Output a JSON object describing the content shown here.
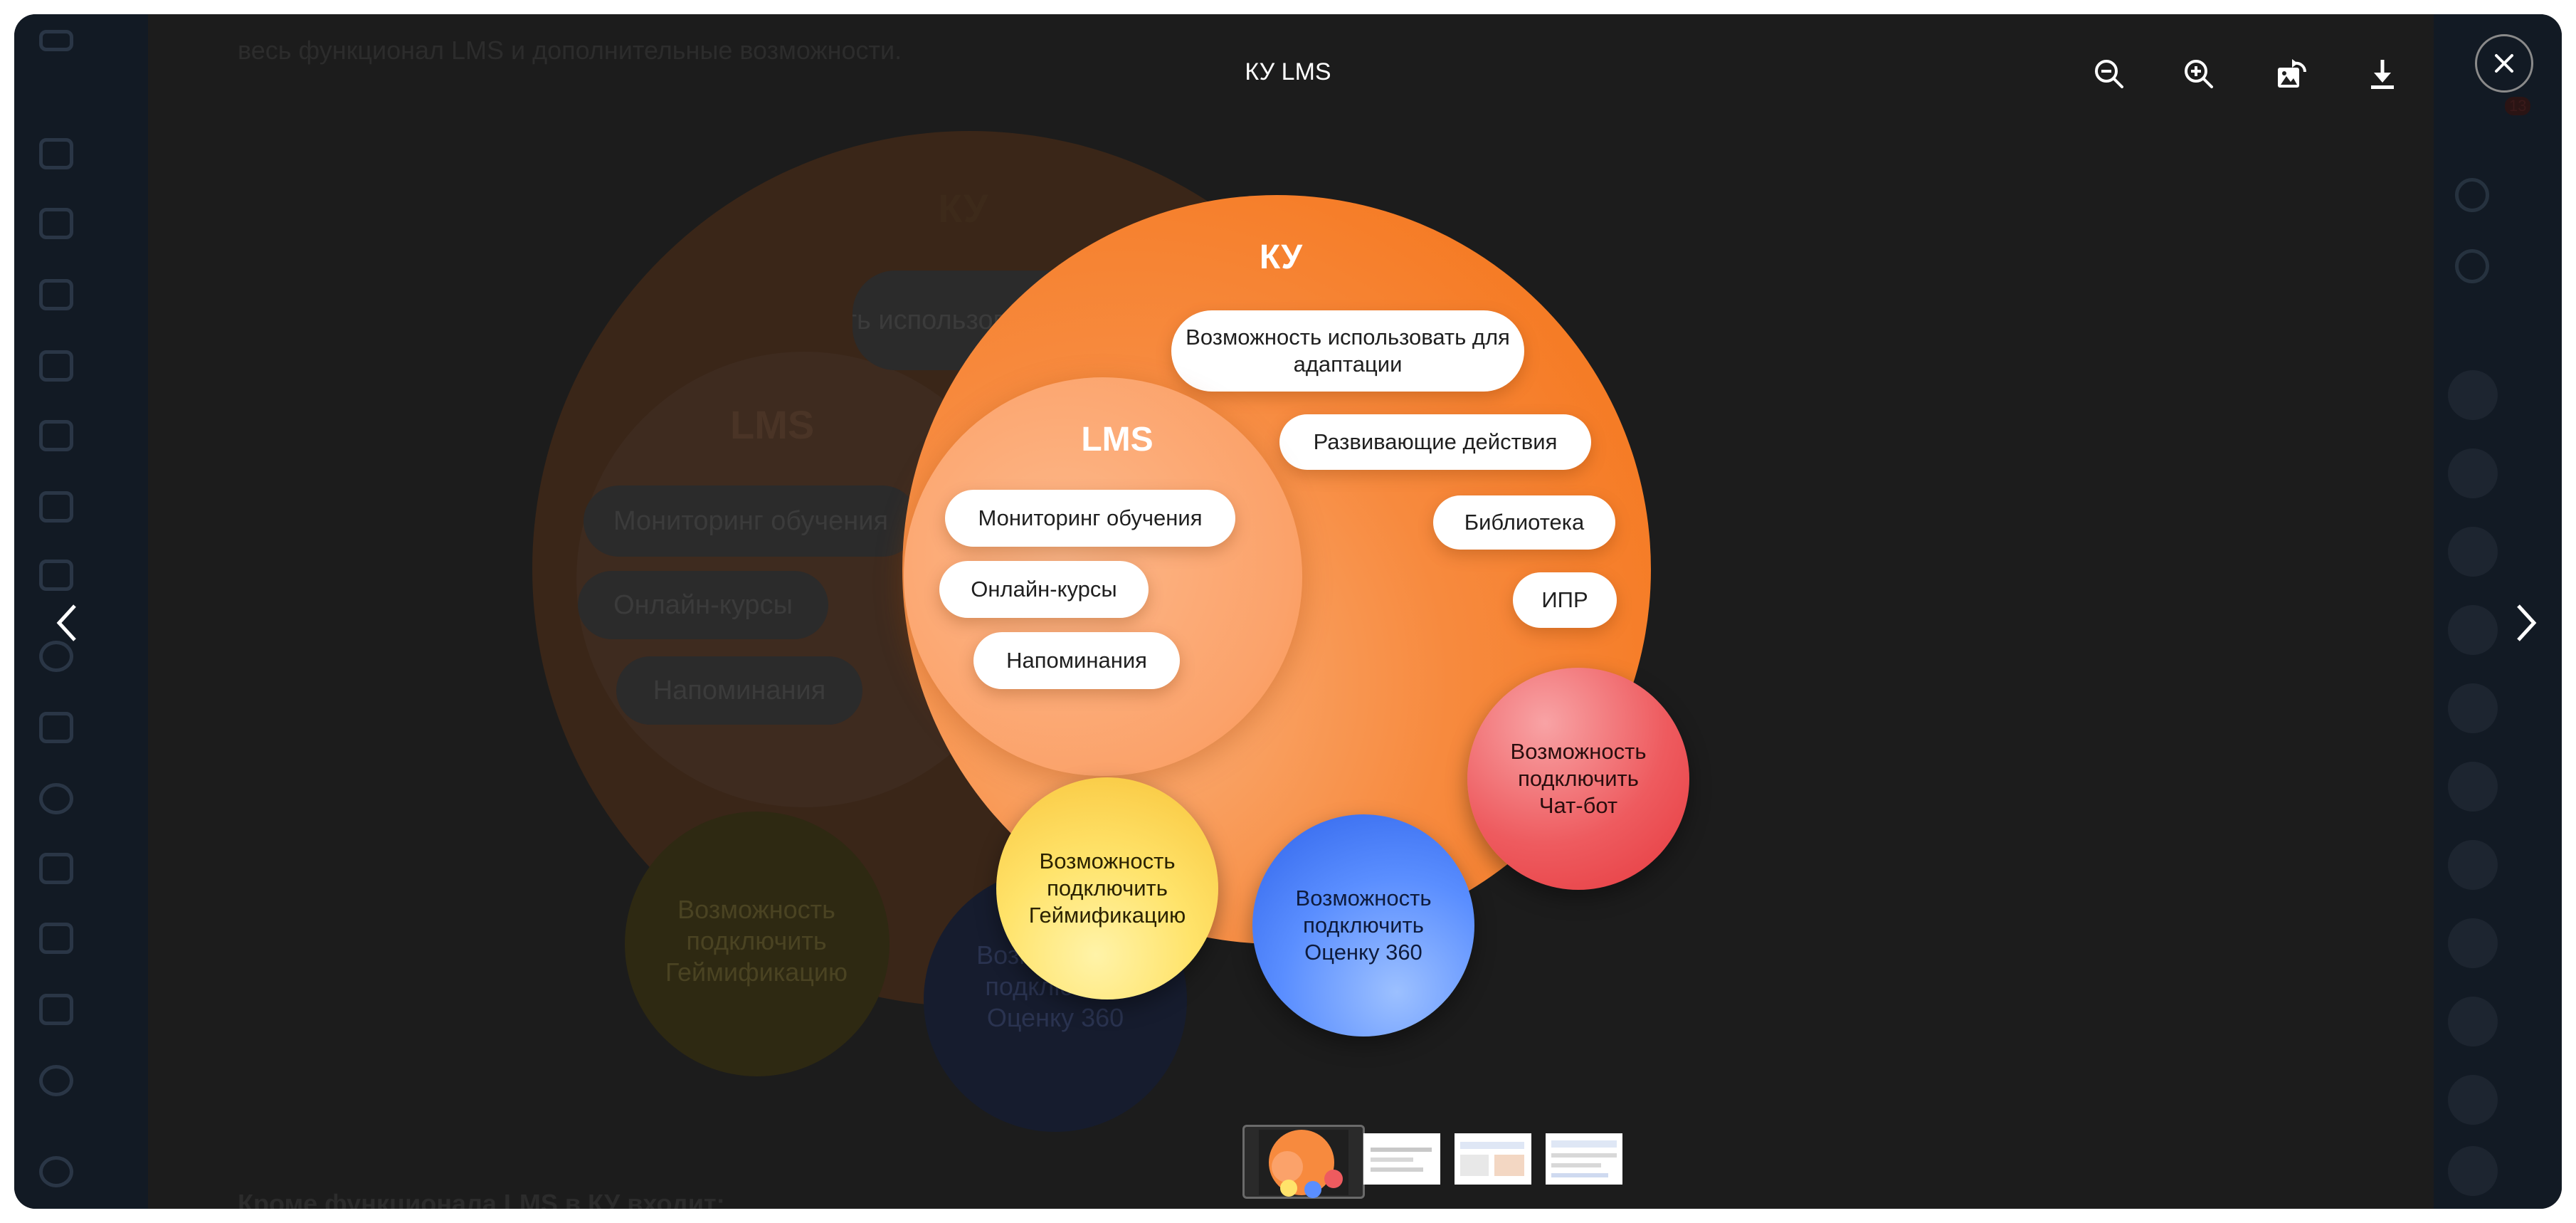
{
  "viewer": {
    "title": "КУ LMS",
    "thumbnails_count": 4,
    "active_thumbnail": 1
  },
  "background_page": {
    "top_text": "весь функционал LMS и дополнительные возможности.",
    "bottom_text": "Кроме функционала LMS в КУ входит:",
    "notification_badge": "13",
    "ghost_diagram": {
      "ku_label": "КУ",
      "lms_label": "LMS",
      "pill_top": "Возможность использовать для адаптации",
      "pill_1": "Мониторинг обучения",
      "pill_2": "Онлайн-курсы",
      "pill_3": "Напоминания",
      "ball_yellow": "Возможность подключить Геймификацию",
      "ball_blue": "Возможность подключить Оценку 360"
    }
  },
  "diagram": {
    "ku_title": "КУ",
    "lms_title": "LMS",
    "ku_items": {
      "adaptation": "Возможность использовать для адаптации",
      "development": "Развивающие действия",
      "library": "Библиотека",
      "ipr": "ИПР"
    },
    "lms_items": {
      "monitoring": "Мониторинг обучения",
      "courses": "Онлайн-курсы",
      "reminders": "Напоминания"
    },
    "chatbot": "Возможность подключить Чат-бот",
    "assessment360": "Возможность подключить Оценку 360",
    "gamification": "Возможность подключить Геймификацию"
  },
  "colors": {
    "ku_orange": "#f47215",
    "lms_orange": "#fba26a",
    "chatbot_red": "#e6393e",
    "assessment_blue": "#2f63ea",
    "gamification_yellow": "#f8c33a"
  },
  "icons": {
    "zoom_out": "zoom-out-icon",
    "zoom_in": "zoom-in-icon",
    "rotate": "rotate-image-icon",
    "download": "download-icon",
    "close": "close-icon",
    "prev": "chevron-left-icon",
    "next": "chevron-right-icon"
  }
}
